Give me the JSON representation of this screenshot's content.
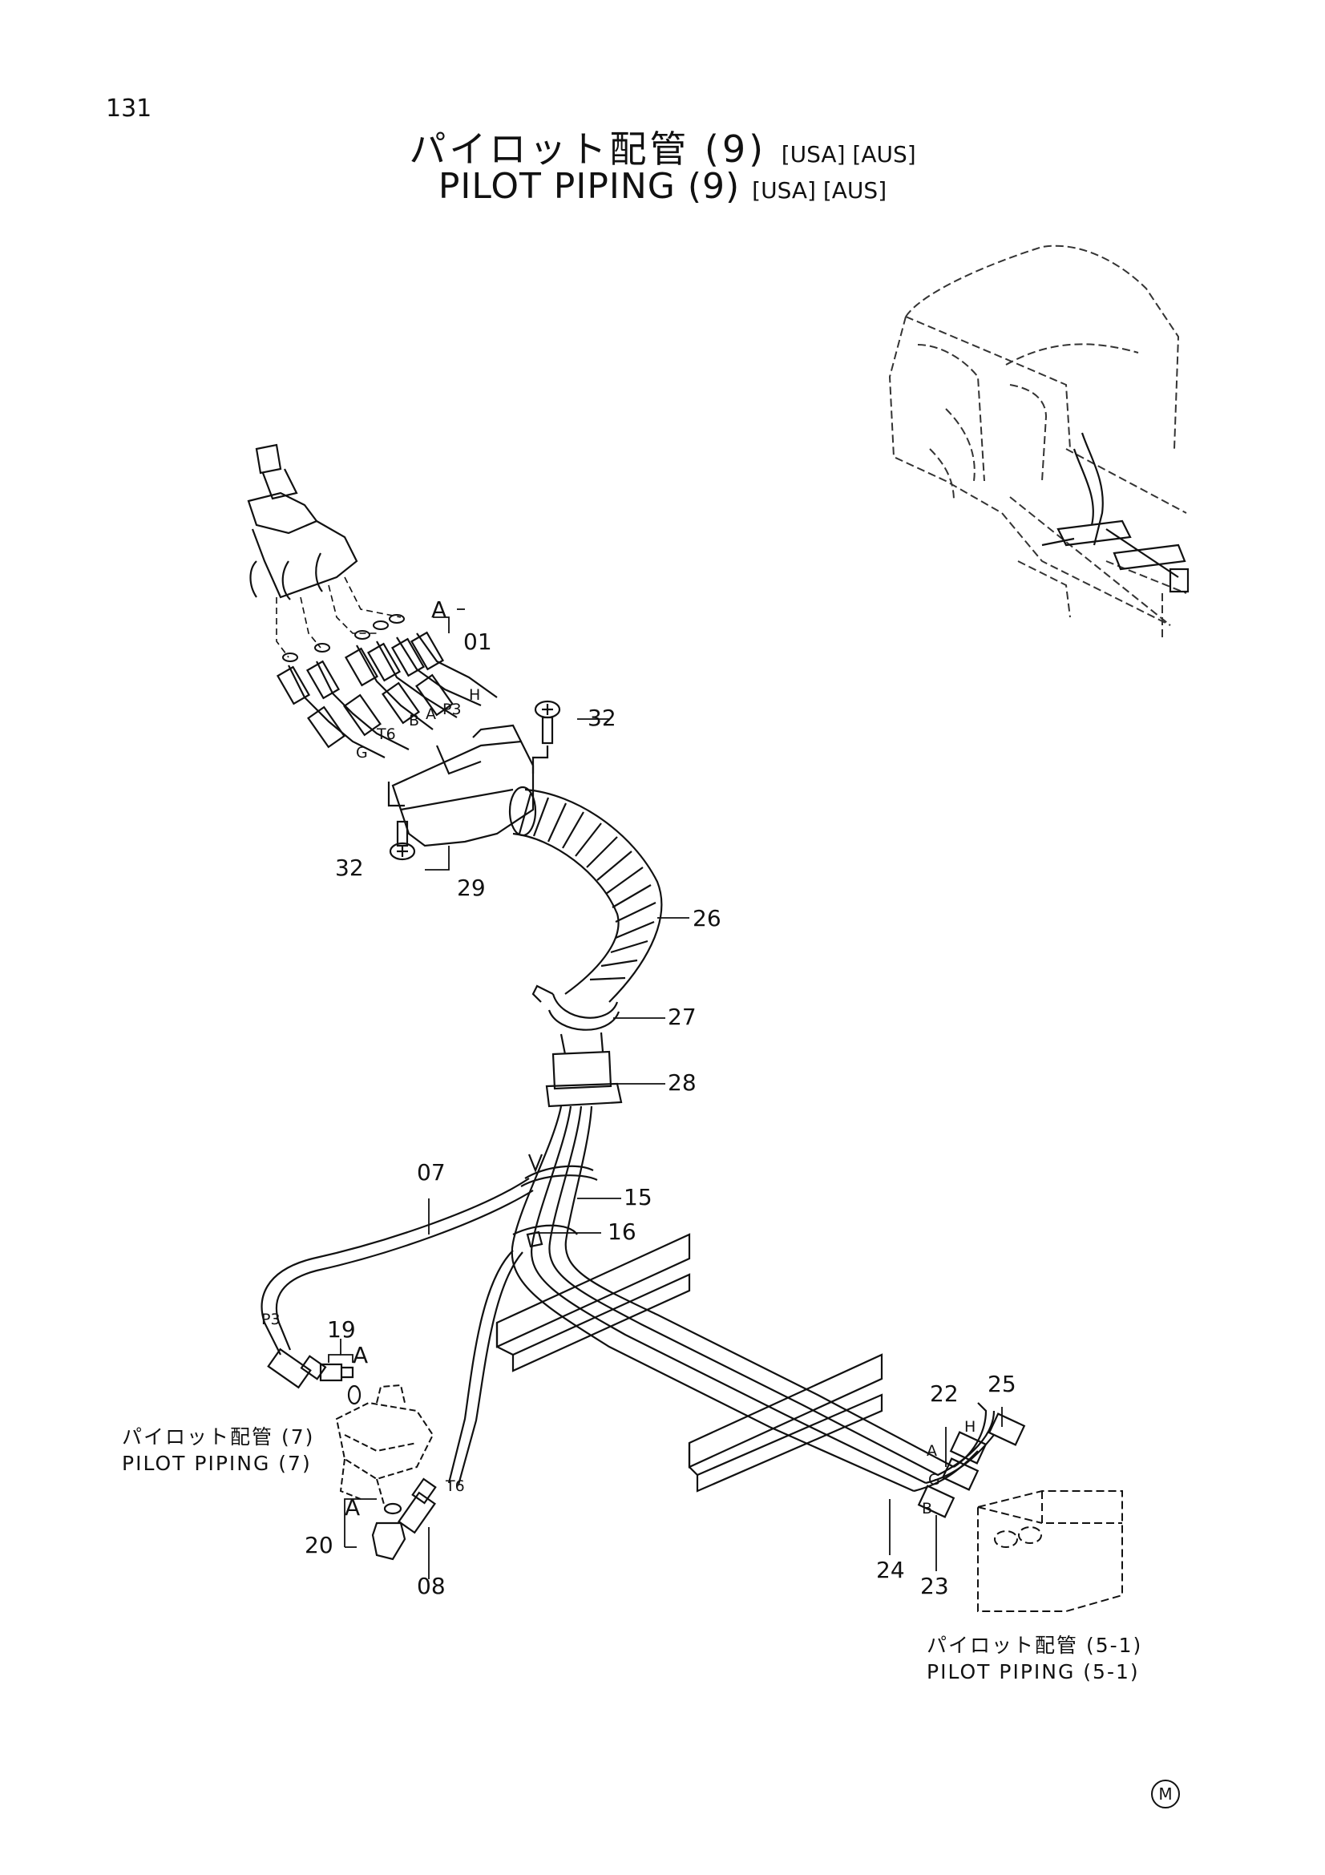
{
  "page_number": "131",
  "title": {
    "ja": "パイロット配管 (9)",
    "en": "PILOT PIPING (9)",
    "tags": "[USA] [AUS]"
  },
  "callouts": {
    "c01": "01",
    "c07": "07",
    "c08": "08",
    "c15": "15",
    "c16": "16",
    "c19": "19",
    "c20": "20",
    "c22": "22",
    "c23": "23",
    "c24": "24",
    "c25": "25",
    "c26": "26",
    "c27": "27",
    "c28": "28",
    "c29": "29",
    "c32a": "32",
    "c32b": "32"
  },
  "detail_marks": {
    "a1": "A",
    "a2": "A",
    "a3": "A"
  },
  "port_labels": {
    "t6_top": "T6",
    "b_top": "B",
    "a_top": "A",
    "p3_top": "P3",
    "h_top": "H",
    "g_top": "G",
    "p3_left": "P3",
    "t6_mid": "T6",
    "h_right": "H",
    "a_right": "A",
    "g_right": "G",
    "b_right": "B"
  },
  "references": {
    "ref7_ja": "パイロット配管 (7)",
    "ref7_en": "PILOT PIPING (7)",
    "ref51_ja": "パイロット配管 (5-1)",
    "ref51_en": "PILOT PIPING (5-1)"
  },
  "corner_mark": "M"
}
